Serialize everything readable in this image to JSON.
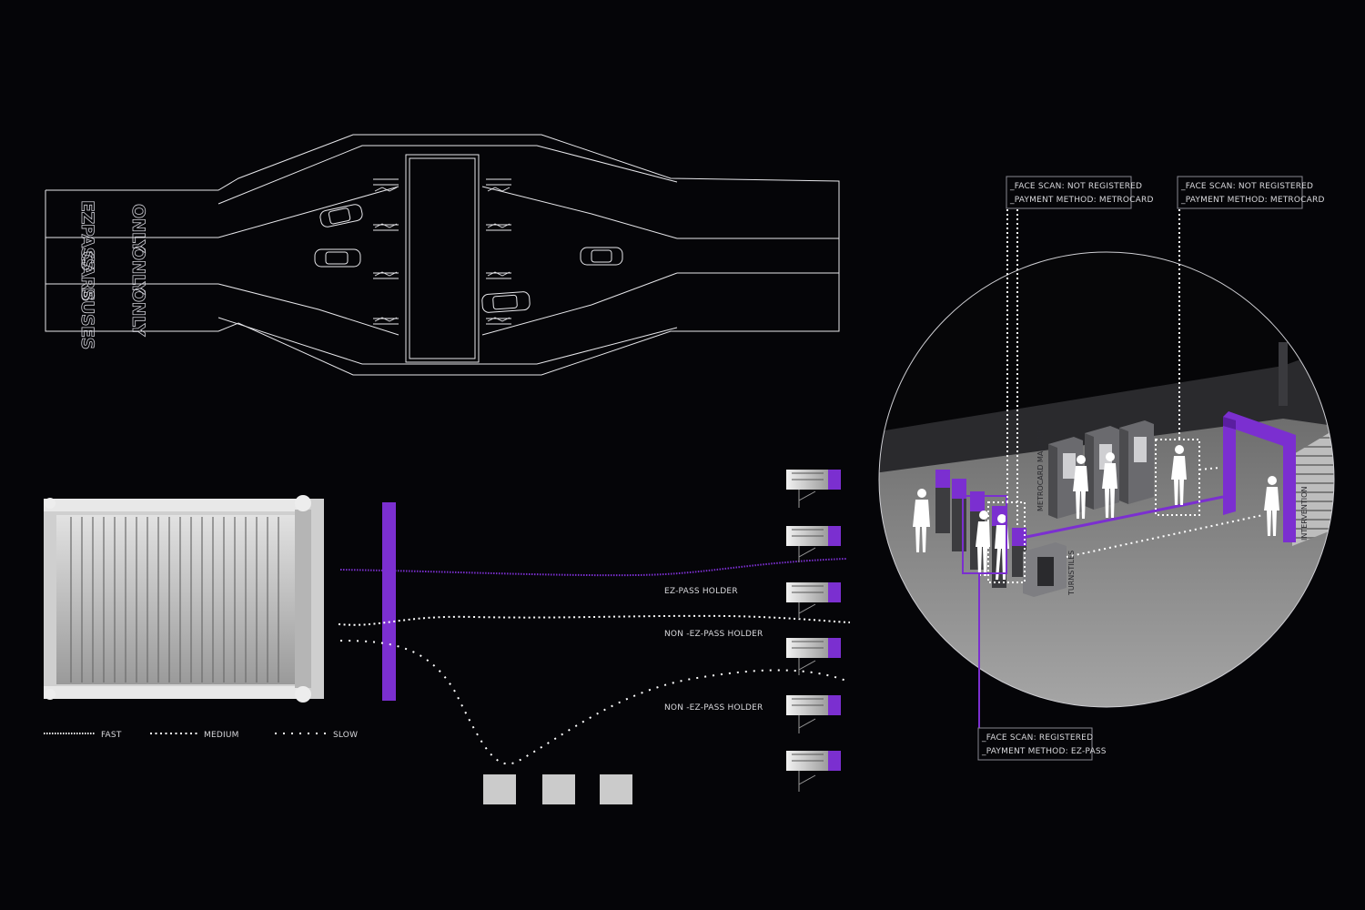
{
  "colors": {
    "background": "#050508",
    "accent_purple": "#7b2fd0",
    "line_white": "#ffffff",
    "ground_gray": "#8a8a8a"
  },
  "road_plan": {
    "lane_markings": [
      "ONLY",
      "ONLY",
      "ONLY",
      "EZPASS",
      "CARS",
      "BUSES"
    ]
  },
  "flow_diagram": {
    "lane_labels": {
      "ez_pass": "EZ-PASS HOLDER",
      "non_ez_pass_1": "NON -EZ-PASS HOLDER",
      "non_ez_pass_2": "NON -EZ-PASS HOLDER"
    },
    "legend": {
      "fast": "FAST",
      "medium": "MEDIUM",
      "slow": "SLOW"
    }
  },
  "station_view": {
    "labels": {
      "metrocard_machines": "METROCARD MACHINES",
      "turnstiles": "TURNSTILES",
      "intervention": "INTERVENTION"
    },
    "callouts": [
      {
        "line1": "_FACE SCAN: NOT REGISTERED",
        "line2": "_PAYMENT METHOD: METROCARD"
      },
      {
        "line1": "_FACE SCAN: NOT REGISTERED",
        "line2": "_PAYMENT METHOD: METROCARD"
      },
      {
        "line1": "_FACE SCAN: REGISTERED",
        "line2": "_PAYMENT METHOD: EZ-PASS"
      }
    ]
  }
}
